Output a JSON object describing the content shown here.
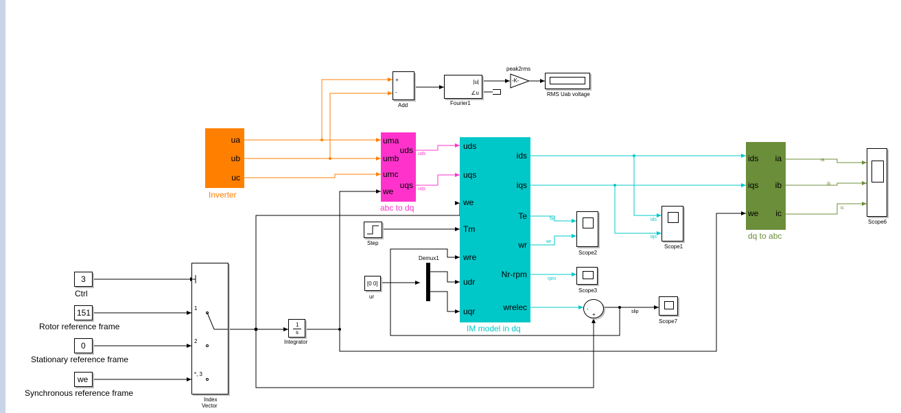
{
  "blocks": {
    "add": {
      "name": "Add",
      "plus": "+",
      "minus": "-"
    },
    "fourier": {
      "name": "Fourier1",
      "out_mag": "|u|",
      "out_angle": "∠u"
    },
    "gain": {
      "name": "peak2rms",
      "value": "-K-"
    },
    "rms_display": {
      "name": "RMS Uab voltage"
    },
    "inverter": {
      "name": "Inverter",
      "ports": [
        "ua",
        "ub",
        "uc"
      ]
    },
    "abc_to_dq": {
      "name": "abc to dq",
      "inputs": [
        "uma",
        "umb",
        "umc",
        "we"
      ],
      "outputs": [
        "uds",
        "uqs"
      ]
    },
    "im_model": {
      "name": "IM model in dq",
      "inputs": [
        "uds",
        "uqs",
        "we",
        "Tm",
        "wre",
        "udr",
        "uqr"
      ],
      "outputs": [
        "ids",
        "iqs",
        "Te",
        "wr",
        "Nr-rpm",
        "wrelec"
      ]
    },
    "dq_to_abc": {
      "name": "dq to abc",
      "inputs": [
        "ids",
        "iqs",
        "we"
      ],
      "outputs": [
        "ia",
        "ib",
        "ic"
      ]
    },
    "scope6": {
      "name": "Scope6"
    },
    "scope1": {
      "name": "Scope1"
    },
    "scope2": {
      "name": "Scope2"
    },
    "scope3": {
      "name": "Scope3"
    },
    "scope7": {
      "name": "Scope7"
    },
    "step": {
      "name": "Step"
    },
    "ur": {
      "name": "ur",
      "value": "[0 0]"
    },
    "demux": {
      "name": "Demux1"
    },
    "sum": {
      "minus": "-",
      "plus": "+"
    },
    "integrator": {
      "name": "Integrator",
      "num": "1",
      "den": "s"
    },
    "index_vector": {
      "name_line1": "Index",
      "name_line2": "Vector",
      "port1": "1",
      "port2": "2",
      "port3": "*, 3"
    },
    "ctrl": {
      "value": "3",
      "name": "Ctrl"
    },
    "rotor_ref": {
      "value": "151",
      "name": "Rotor reference frame"
    },
    "stationary_ref": {
      "value": "0",
      "name": "Stationary reference frame"
    },
    "sync_ref": {
      "value": "we",
      "name": "Synchronous reference frame"
    }
  },
  "signals": {
    "uds": "uds",
    "uqs": "uqs",
    "ids": "ids",
    "iqs": "iqs",
    "te": "Te",
    "wr": "wr",
    "rpm": "rpm",
    "slip": "slip",
    "ia": "ia",
    "ib": "ib",
    "ic": "ic"
  },
  "colors": {
    "orange": "#ff7f00",
    "magenta": "#ff33cc",
    "cyan": "#00c8c8",
    "green": "#6b8e3a",
    "black": "#000000"
  }
}
